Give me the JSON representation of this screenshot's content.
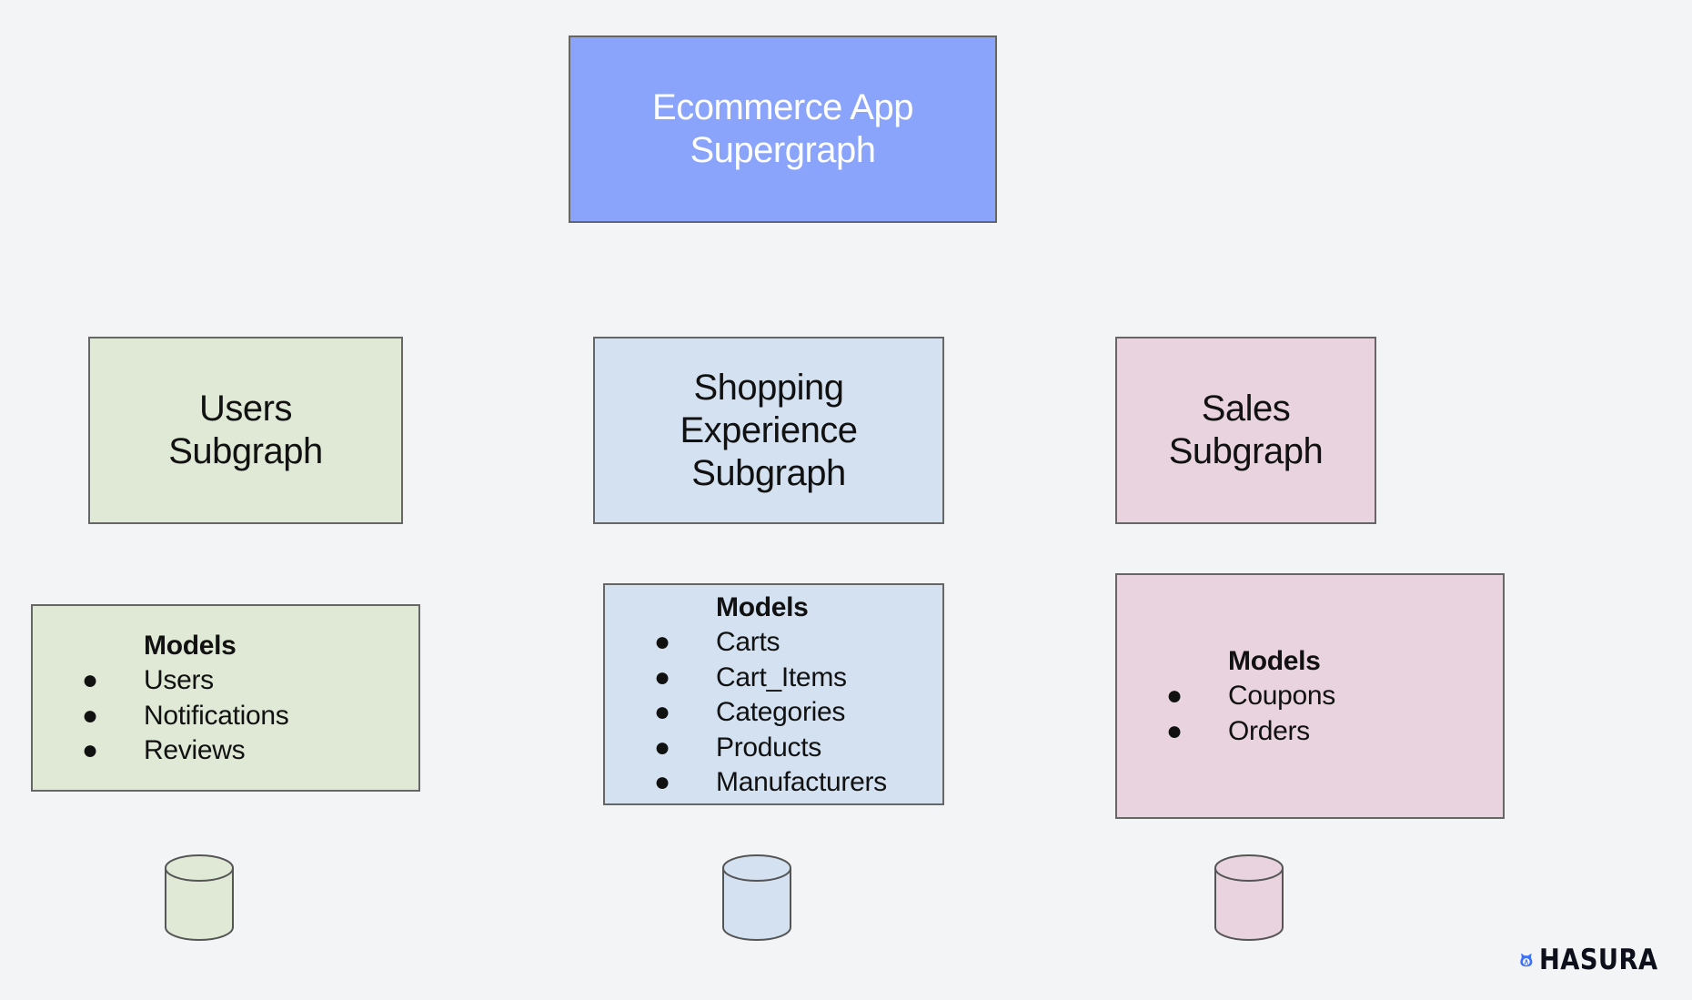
{
  "supergraph": {
    "title_line1": "Ecommerce App",
    "title_line2": "Supergraph",
    "color": "#8aa4fb"
  },
  "subgraphs": [
    {
      "line1": "Users",
      "line2": "Subgraph",
      "color": "#dfe9d6",
      "models_heading": "Models",
      "models": [
        "Users",
        "Notifications",
        "Reviews"
      ],
      "database_icon": "database-cylinder-icon"
    },
    {
      "line1": "Shopping",
      "line2": "Experience",
      "line3": "Subgraph",
      "color": "#d3e1f1",
      "models_heading": "Models",
      "models": [
        "Carts",
        "Cart_Items",
        "Categories",
        "Products",
        "Manufacturers"
      ],
      "database_icon": "database-cylinder-icon"
    },
    {
      "line1": "Sales",
      "line2": "Subgraph",
      "color": "#e8d3de",
      "models_heading": "Models",
      "models": [
        "Coupons",
        "Orders"
      ],
      "database_icon": "database-cylinder-icon"
    }
  ],
  "bullet": "●",
  "logo": {
    "text": "HASURA",
    "icon": "hasura-logo-icon",
    "color": "#3970fd"
  }
}
